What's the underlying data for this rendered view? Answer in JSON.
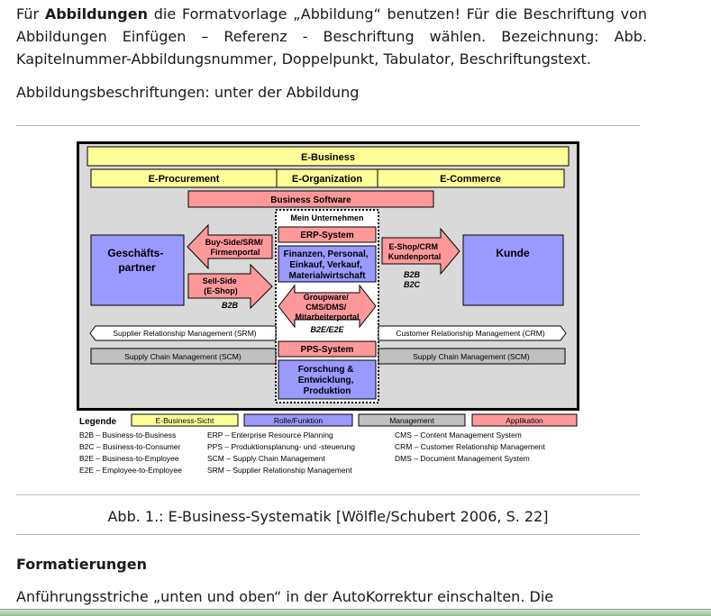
{
  "paragraph1": {
    "prefix": "Für ",
    "bold": "Abbildungen",
    "rest": " die Formatvorlage „Abbildung“ benutzen! Für die Beschriftung von Abbildungen Einfügen – Referenz - Beschriftung wählen. Bezeichnung: Abb. Kapitelnummer-Abbildungsnummer, Doppelpunkt, Tabulator, Beschriftungstext."
  },
  "paragraph2": "Abbildungsbeschriftungen: unter der Abbildung",
  "figure": {
    "ebusiness": "E-Business",
    "procurement": "E-Procurement",
    "organization": "E-Organization",
    "commerce": "E-Commerce",
    "business_software": "Business Software",
    "mein_unternehmen": "Mein Unternehmen",
    "erp": "ERP-System",
    "finanzen": [
      "Finanzen, Personal,",
      "Einkauf, Verkauf,",
      "Materialwirtschaft"
    ],
    "groupware": [
      "Groupware/",
      "CMS/DMS/",
      "Mitarbeiterportal"
    ],
    "b2e_e2e": "B2E/E2E",
    "pps": "PPS-System",
    "forschung": [
      "Forschung &",
      "Entwicklung,",
      "Produktion"
    ],
    "partner": [
      "Geschäfts-",
      "partner"
    ],
    "kunde": "Kunde",
    "buyside": [
      "Buy-Side/SRM/",
      "Firmenportal"
    ],
    "sellside": [
      "Sell-Side",
      "(E-Shop)"
    ],
    "b2b_left": "B2B",
    "eshop": [
      "E-Shop/CRM",
      "Kundenportal"
    ],
    "b2b_right": "B2B",
    "b2c_right": "B2C",
    "srm": "Supplier Relationship Management (SRM)",
    "crm": "Customer Relationship Management (CRM)",
    "scm_left": "Supply Chain Management (SCM)",
    "scm_right": "Supply Chain Management (SCM)",
    "legend": {
      "title": "Legende",
      "items": [
        "E-Business-Sicht",
        "Rolle/Funktion",
        "Management",
        "Applikation"
      ],
      "col1": [
        "B2B – Business-to-Business",
        "B2C – Business-to-Consumer",
        "B2E – Business-to-Employee",
        "E2E – Employee-to-Employee"
      ],
      "col2": [
        "ERP – Enterprise Resource Planning",
        "PPS – Produktionsplanung- und -steuerung",
        "SCM – Supply Chain Management",
        "SRM – Supplier Relationship Management"
      ],
      "col3": [
        "CMS – Content Management System",
        "CRM – Customer Relationship Management",
        "DMS – Document Management System"
      ]
    },
    "colors": {
      "yellow": "#ffff99",
      "blue": "#9999ff",
      "grey": "#c0c0c0",
      "red": "#ff9999",
      "frame_bg": "#d9d9d9"
    }
  },
  "caption": "Abb. 1.: E-Business-Systematik [Wölfle/Schubert 2006, S. 22]",
  "heading": "Formatierungen",
  "paragraph3": "Anführungsstriche „unten und oben“ in der AutoKorrektur einschalten. Die"
}
